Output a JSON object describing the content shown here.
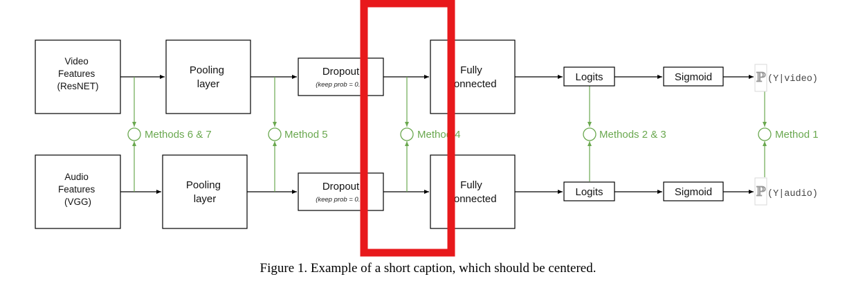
{
  "colors": {
    "ink": "#000000",
    "method_green": "#6aa84f",
    "highlight_red": "#e8191c",
    "prob_gray": "#9a9a9a"
  },
  "video_branch": {
    "features": [
      "Video",
      "Features",
      "(ResNET)"
    ],
    "pooling": [
      "Pooling",
      "layer"
    ],
    "dropout": "Dropout",
    "dropout_note": "(keep prob = 0.5)",
    "fully_connected": [
      "Fully",
      "connected"
    ],
    "logits": "Logits",
    "sigmoid": "Sigmoid",
    "prob_symbol": "ℙ",
    "prob_text": "(Y|video)"
  },
  "audio_branch": {
    "features": [
      "Audio",
      "Features",
      "(VGG)"
    ],
    "pooling": [
      "Pooling",
      "layer"
    ],
    "dropout": "Dropout",
    "dropout_note": "(keep prob = 0.5)",
    "fully_connected": [
      "Fully",
      "connected"
    ],
    "logits": "Logits",
    "sigmoid": "Sigmoid",
    "prob_symbol": "ℙ",
    "prob_text": "(Y|audio)"
  },
  "methods": {
    "m67": "Methods 6 & 7",
    "m5": "Method 5",
    "m4": "Method 4",
    "m23": "Methods 2 & 3",
    "m1": "Method 1"
  },
  "caption": "Figure 1. Example of a short caption, which should be centered."
}
